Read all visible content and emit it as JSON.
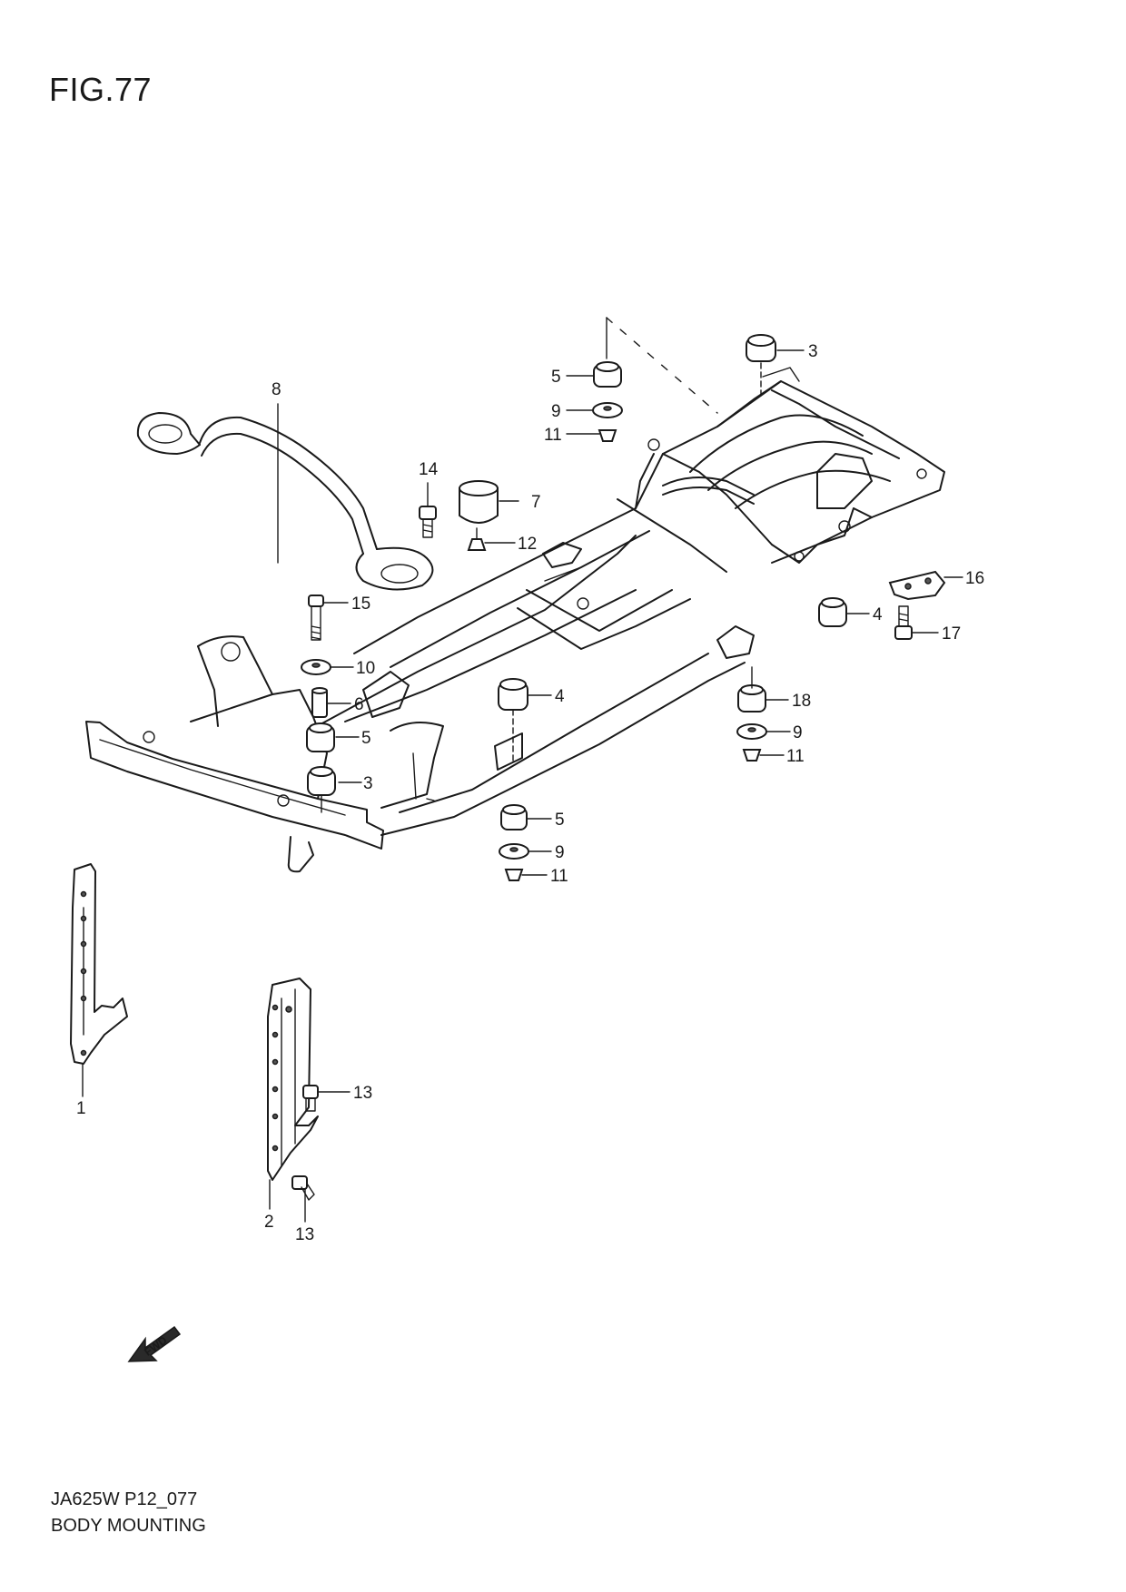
{
  "figure": {
    "title": "FIG.77"
  },
  "footer": {
    "code": "JA625W P12_077",
    "title": "BODY MOUNTING"
  },
  "fwd_arrow": {
    "label": "FWD"
  },
  "callouts": [
    {
      "id": "c1",
      "label": "1"
    },
    {
      "id": "c2",
      "label": "2"
    },
    {
      "id": "c3a",
      "label": "3"
    },
    {
      "id": "c3b",
      "label": "3"
    },
    {
      "id": "c4a",
      "label": "4"
    },
    {
      "id": "c4b",
      "label": "4"
    },
    {
      "id": "c5a",
      "label": "5"
    },
    {
      "id": "c5b",
      "label": "5"
    },
    {
      "id": "c5c",
      "label": "5"
    },
    {
      "id": "c6",
      "label": "6"
    },
    {
      "id": "c7",
      "label": "7"
    },
    {
      "id": "c8",
      "label": "8"
    },
    {
      "id": "c9a",
      "label": "9"
    },
    {
      "id": "c9b",
      "label": "9"
    },
    {
      "id": "c9c",
      "label": "9"
    },
    {
      "id": "c10",
      "label": "10"
    },
    {
      "id": "c11a",
      "label": "11"
    },
    {
      "id": "c11b",
      "label": "11"
    },
    {
      "id": "c11c",
      "label": "11"
    },
    {
      "id": "c12",
      "label": "12"
    },
    {
      "id": "c13a",
      "label": "13"
    },
    {
      "id": "c13b",
      "label": "13"
    },
    {
      "id": "c14",
      "label": "14"
    },
    {
      "id": "c15",
      "label": "15"
    },
    {
      "id": "c16",
      "label": "16"
    },
    {
      "id": "c17",
      "label": "17"
    },
    {
      "id": "c18",
      "label": "18"
    }
  ]
}
